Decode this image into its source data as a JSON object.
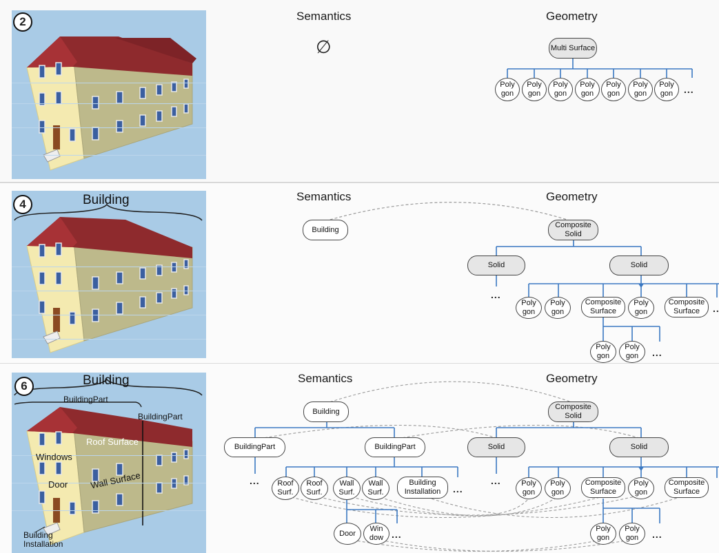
{
  "panels": [
    {
      "badge": "2",
      "semantics_header": "Semantics",
      "geometry_header": "Geometry",
      "semantics_empty_symbol": "∅",
      "geometry": {
        "root": "Multi Surface",
        "children": [
          "Poly gon",
          "Poly gon",
          "Poly gon",
          "Poly gon",
          "Poly gon",
          "Poly gon",
          "Poly gon"
        ],
        "more": "..."
      }
    },
    {
      "badge": "4",
      "image_title": "Building",
      "semantics_header": "Semantics",
      "geometry_header": "Geometry",
      "semantics": {
        "root": "Building"
      },
      "geometry": {
        "root": "Composite Solid",
        "solids": [
          "Solid",
          "Solid"
        ],
        "solid_children": [
          "Poly gon",
          "Poly gon",
          "Composite Surface",
          "Poly gon",
          "Composite Surface"
        ],
        "surface_children": [
          "Poly gon",
          "Poly gon"
        ],
        "more": "..."
      }
    },
    {
      "badge": "6",
      "image_title": "Building",
      "image_labels": {
        "building_part_top": "BuildingPart",
        "building_part_right": "BuildingPart",
        "roof_surface": "Roof Surface",
        "windows": "Windows",
        "door": "Door",
        "wall_surface": "Wall Surface",
        "building_installation": "Building Installation"
      },
      "semantics_header": "Semantics",
      "geometry_header": "Geometry",
      "semantics": {
        "root": "Building",
        "parts": [
          "BuildingPart",
          "BuildingPart"
        ],
        "part_children": [
          "Roof Surf.",
          "Roof Surf.",
          "Wall Surf.",
          "Wall Surf.",
          "Building Installation"
        ],
        "wall_children": [
          "Door",
          "Win dow"
        ],
        "more": "..."
      },
      "geometry": {
        "root": "Composite Solid",
        "solids": [
          "Solid",
          "Solid"
        ],
        "solid_children": [
          "Poly gon",
          "Poly gon",
          "Composite Surface",
          "Poly gon",
          "Composite Surface"
        ],
        "surface_children": [
          "Poly gon",
          "Poly gon"
        ],
        "more": "..."
      }
    }
  ],
  "colors": {
    "tree_line": "#3a78c2",
    "relation_line": "#999999",
    "sky": "#a9cbe6",
    "wall": "#f4eab0",
    "wall_side": "#bdb98b",
    "roof": "#8e2a2d"
  }
}
